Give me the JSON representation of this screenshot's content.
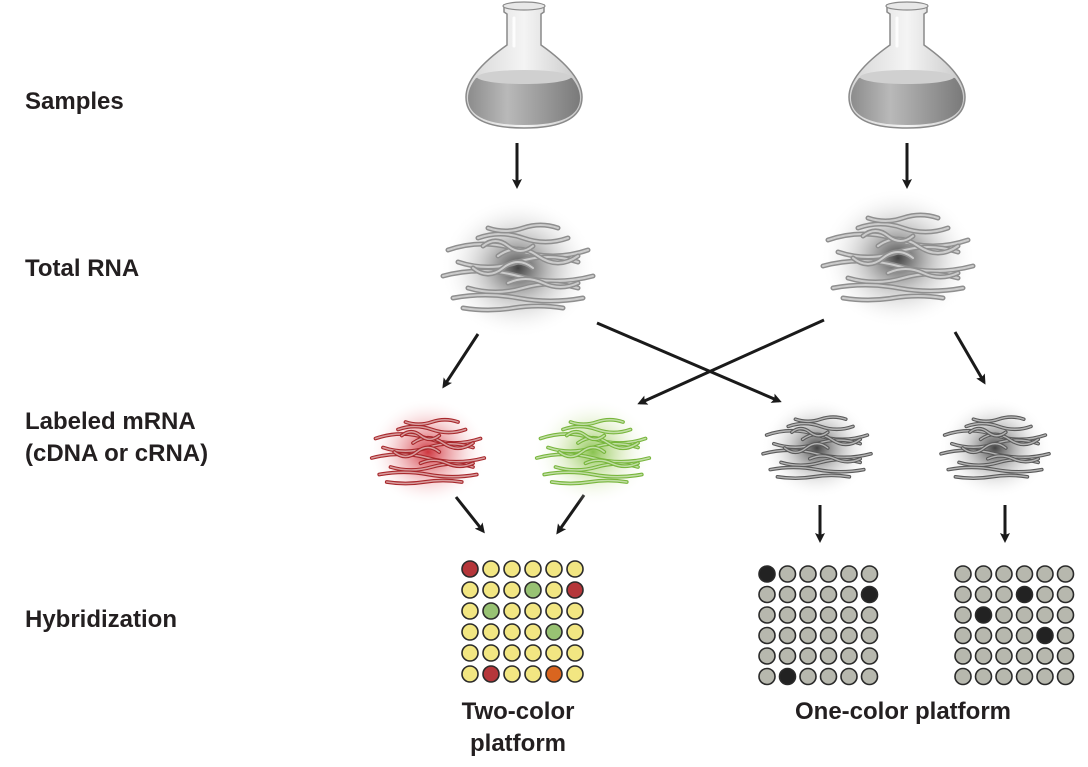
{
  "labels": {
    "samples": "Samples",
    "total_rna": "Total RNA",
    "labeled_mrna_line1": "Labeled mRNA",
    "labeled_mrna_line2": "(cDNA or cRNA)",
    "hybridization": "Hybridization"
  },
  "platforms": {
    "two_color_line1": "Two-color",
    "two_color_line2": "platform",
    "one_color": "One-color platform"
  },
  "icons": {
    "sample_flask": "flask-icon",
    "rna_cluster": "rna-strands-icon",
    "microarray": "microarray-grid-icon",
    "flow": "arrow-icon"
  },
  "colors": {
    "text": "#231f20",
    "red_label": "#a8282c",
    "green_label": "#78b63c",
    "gray_label": "#5a5a5a",
    "spot_yellow": "#f2e682",
    "spot_red": "#b5363a",
    "spot_green": "#98c273",
    "spot_orange": "#d9651f",
    "spot_gray": "#b7b8ae",
    "spot_black": "#222222"
  },
  "arrays": {
    "two_color": [
      [
        "red",
        "yellow",
        "yellow",
        "yellow",
        "yellow",
        "yellow"
      ],
      [
        "yellow",
        "yellow",
        "yellow",
        "green",
        "yellow",
        "red"
      ],
      [
        "yellow",
        "green",
        "yellow",
        "yellow",
        "yellow",
        "yellow"
      ],
      [
        "yellow",
        "yellow",
        "yellow",
        "yellow",
        "green",
        "yellow"
      ],
      [
        "yellow",
        "yellow",
        "yellow",
        "yellow",
        "yellow",
        "yellow"
      ],
      [
        "yellow",
        "red",
        "yellow",
        "yellow",
        "orange",
        "yellow"
      ]
    ],
    "one_color_a": [
      [
        "black",
        "gray",
        "gray",
        "gray",
        "gray",
        "gray"
      ],
      [
        "gray",
        "gray",
        "gray",
        "gray",
        "gray",
        "black"
      ],
      [
        "gray",
        "gray",
        "gray",
        "gray",
        "gray",
        "gray"
      ],
      [
        "gray",
        "gray",
        "gray",
        "gray",
        "gray",
        "gray"
      ],
      [
        "gray",
        "gray",
        "gray",
        "gray",
        "gray",
        "gray"
      ],
      [
        "gray",
        "black",
        "gray",
        "gray",
        "gray",
        "gray"
      ]
    ],
    "one_color_b": [
      [
        "gray",
        "gray",
        "gray",
        "gray",
        "gray",
        "gray"
      ],
      [
        "gray",
        "gray",
        "gray",
        "black",
        "gray",
        "gray"
      ],
      [
        "gray",
        "black",
        "gray",
        "gray",
        "gray",
        "gray"
      ],
      [
        "gray",
        "gray",
        "gray",
        "gray",
        "black",
        "gray"
      ],
      [
        "gray",
        "gray",
        "gray",
        "gray",
        "gray",
        "gray"
      ],
      [
        "gray",
        "gray",
        "gray",
        "gray",
        "gray",
        "gray"
      ]
    ]
  }
}
